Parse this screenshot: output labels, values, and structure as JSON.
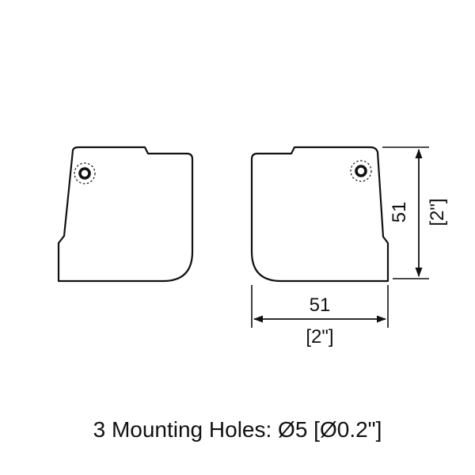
{
  "drawing": {
    "caption": "3 Mounting Holes: Ø5 [Ø0.2\"]",
    "height_dim": {
      "mm": "51",
      "inch": "[2\"]"
    },
    "width_dim": {
      "mm": "51",
      "inch": "[2\"]"
    }
  }
}
